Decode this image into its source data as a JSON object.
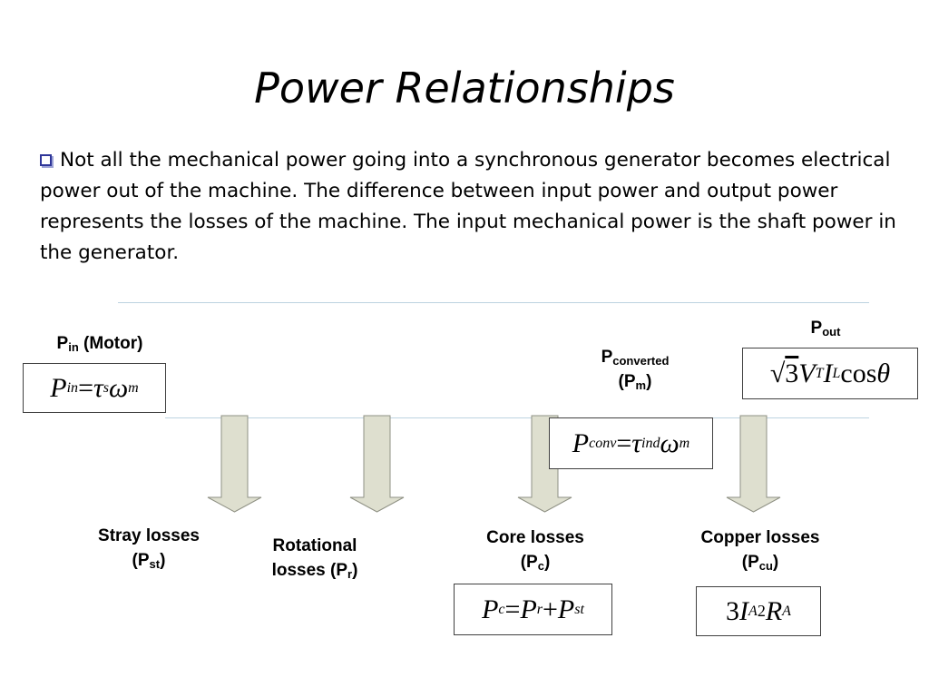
{
  "slide": {
    "title": "Power Relationships",
    "bullet_text": "Not all the mechanical power going into a synchronous generator becomes electrical power out of the machine. The difference between input power and output power represents the losses of the machine. The input mechanical power is the shaft power in the generator."
  },
  "diagram": {
    "pin_label": {
      "main": "P",
      "sub": "in",
      "suffix": " (Motor)"
    },
    "pconv_label": {
      "main": "P",
      "sub": "converted",
      "open": "(P",
      "sub2": "m",
      "close": ")"
    },
    "pout_label": {
      "main": "P",
      "sub": "out"
    },
    "stray": {
      "line1": "Stray losses",
      "open": "(P",
      "sub": "st",
      "close": ")"
    },
    "rotational": {
      "line1": "Rotational",
      "line2": "losses (P",
      "sub": "r",
      "close": ")"
    },
    "core": {
      "line1": "Core losses",
      "open": "(P",
      "sub": "c",
      "close": ")"
    },
    "copper": {
      "line1": "Copper losses",
      "open": "(P",
      "sub": "cu",
      "close": ")"
    },
    "eq_pin": {
      "P": "P",
      "in": "in",
      "eq": " =",
      "tau": "τ",
      "s": "s",
      "omega": " ω",
      "m": "m"
    },
    "eq_pconv": {
      "P": "P",
      "conv": "conv",
      "eq": " =",
      "tau": "τ",
      "ind": "ind",
      "omega": " ω",
      "m": "m"
    },
    "eq_pout": {
      "sqrt": "√",
      "three": "3",
      "V": "V",
      "T": "T",
      "I": " I",
      "L": "L",
      "cos": " cos",
      "theta": "θ"
    },
    "eq_pc": {
      "P": "P",
      "c": "c",
      "eq": " = ",
      "P2": "P",
      "r": "r",
      "plus": " + ",
      "P3": "P",
      "st": "st"
    },
    "eq_pcu": {
      "three": "3",
      "I": "I",
      "A": "A",
      "two": "2",
      "R": "R",
      "A2": "A"
    }
  },
  "colors": {
    "arrow_fill": "#dedfcf",
    "arrow_stroke": "#8f9184",
    "line": "#bdd3e0",
    "bullet": "#2f3699"
  }
}
